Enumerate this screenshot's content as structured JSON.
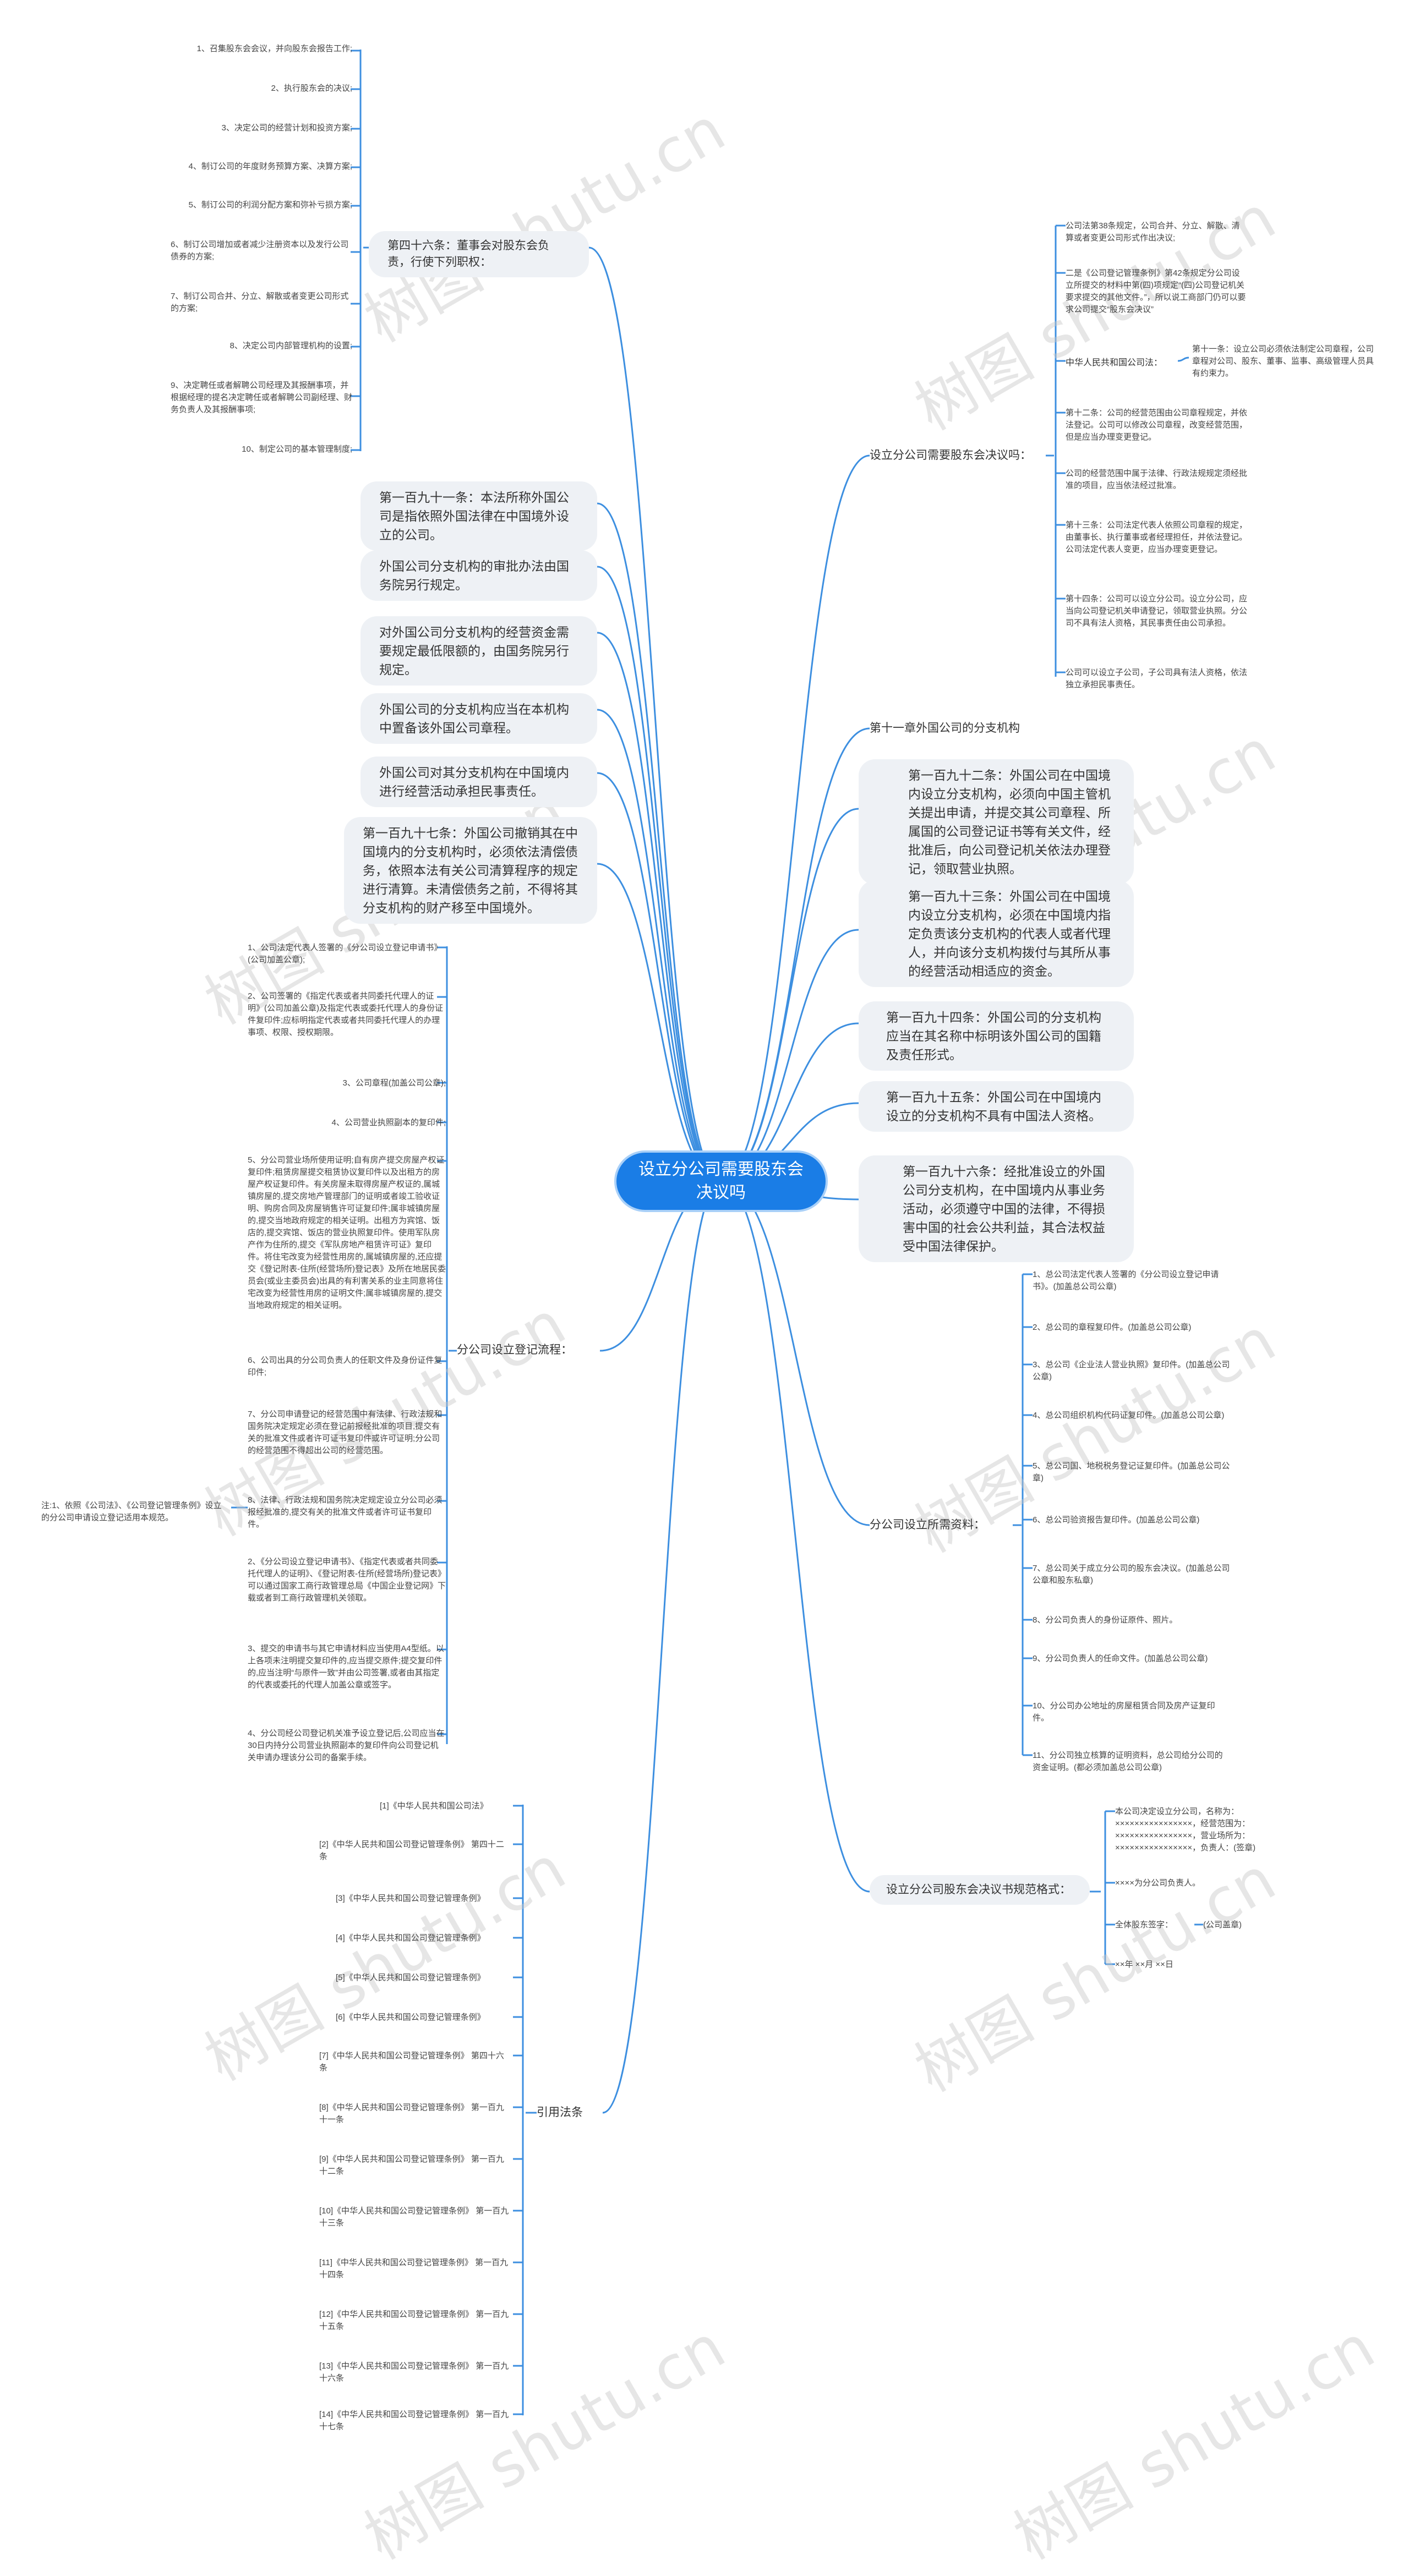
{
  "root": "设立分公司需要股东会决议吗",
  "left": {
    "article46": {
      "label": "第四十六条：董事会对股东会负责，行使下列职权：",
      "items": [
        "1、召集股东会会议，并向股东会报告工作;",
        "2、执行股东会的决议;",
        "3、决定公司的经营计划和投资方案;",
        "4、制订公司的年度财务预算方案、决算方案;",
        "5、制订公司的利润分配方案和弥补亏损方案;",
        "6、制订公司增加或者减少注册资本以及发行公司债券的方案;",
        "7、制订公司合并、分立、解散或者变更公司形式的方案;",
        "8、决定公司内部管理机构的设置;",
        "9、决定聘任或者解聘公司经理及其报酬事项，并根据经理的提名决定聘任或者解聘公司副经理、财务负责人及其报酬事项;",
        "10、制定公司的基本管理制度;"
      ]
    },
    "topics": [
      "第一百九十一条：本法所称外国公司是指依照外国法律在中国境外设立的公司。",
      "外国公司分支机构的审批办法由国务院另行规定。",
      "对外国公司分支机构的经营资金需要规定最低限额的，由国务院另行规定。",
      "外国公司的分支机构应当在本机构中置备该外国公司章程。",
      "外国公司对其分支机构在中国境内进行经营活动承担民事责任。",
      "第一百九十七条：外国公司撤销其在中国境内的分支机构时，必须依法清偿债务，依照本法有关公司清算程序的规定进行清算。未清偿债务之前，不得将其分支机构的财产移至中国境外。"
    ],
    "registration": {
      "label": "分公司设立登记流程：",
      "items": [
        "1、公司法定代表人签署的《分公司设立登记申请书》(公司加盖公章);",
        "2、公司签署的《指定代表或者共同委托代理人的证明》(公司加盖公章)及指定代表或委托代理人的身份证件复印件;应标明指定代表或者共同委托代理人的办理事项、权限、授权期限。",
        "3、公司章程(加盖公司公章);",
        "4、公司营业执照副本的复印件;",
        "5、分公司营业场所使用证明;自有房产提交房屋产权证复印件;租赁房屋提交租赁协议复印件以及出租方的房屋产权证复印件。有关房屋未取得房屋产权证的,属城镇房屋的,提交房地产管理部门的证明或者竣工验收证明、购房合同及房屋销售许可证复印件;属非城镇房屋的,提交当地政府规定的相关证明。出租方为宾馆、饭店的,提交宾馆、饭店的营业执照复印件。使用军队房产作为住所的,提交《军队房地产租赁许可证》复印件。将住宅改变为经营性用房的,属城镇房屋的,还应提交《登记附表-住所(经营场所)登记表》及所在地居民委员会(或业主委员会)出具的有利害关系的业主同意将住宅改变为经营性用房的证明文件;属非城镇房屋的,提交当地政府规定的相关证明。",
        "6、公司出具的分公司负责人的任职文件及身份证件复印件;",
        "7、分公司申请登记的经营范围中有法律、行政法规和国务院决定规定必须在登记前报经批准的项目,提交有关的批准文件或者许可证书复印件或许可证明;分公司的经营范围不得超出公司的经营范围。",
        "8、法律、行政法规和国务院决定规定设立分公司必须报经批准的,提交有关的批准文件或者许可证书复印件。",
        "2、《分公司设立登记申请书》、《指定代表或者共同委托代理人的证明》、《登记附表-住所(经营场所)登记表》可以通过国家工商行政管理总局《中国企业登记网》下载或者到工商行政管理机关领取。",
        "3、提交的申请书与其它申请材料应当使用A4型纸。以上各项未注明提交复印件的,应当提交原件;提交复印件的,应当注明“与原件一致”并由公司签署,或者由其指定的代表或委托的代理人加盖公章或签字。",
        "4、分公司经公司登记机关准予设立登记后,公司应当在30日内持分公司营业执照副本的复印件向公司登记机关申请办理该分公司的备案手续。"
      ],
      "note": "注:1、依照《公司法》、《公司登记管理条例》设立的分公司申请设立登记适用本规范。"
    },
    "citation": {
      "label": "引用法条",
      "items": [
        "[1]《中华人民共和国公司法》",
        "[2]《中华人民共和国公司登记管理条例》 第四十二条",
        "[3]《中华人民共和国公司登记管理条例》",
        "[4]《中华人民共和国公司登记管理条例》",
        "[5]《中华人民共和国公司登记管理条例》",
        "[6]《中华人民共和国公司登记管理条例》",
        "[7]《中华人民共和国公司登记管理条例》 第四十六条",
        "[8]《中华人民共和国公司登记管理条例》 第一百九十一条",
        "[9]《中华人民共和国公司登记管理条例》 第一百九十二条",
        "[10]《中华人民共和国公司登记管理条例》 第一百九十三条",
        "[11]《中华人民共和国公司登记管理条例》 第一百九十四条",
        "[12]《中华人民共和国公司登记管理条例》 第一百九十五条",
        "[13]《中华人民共和国公司登记管理条例》 第一百九十六条",
        "[14]《中华人民共和国公司登记管理条例》 第一百九十七条"
      ]
    }
  },
  "right": {
    "need": {
      "label": "设立分公司需要股东会决议吗：",
      "items": [
        "公司法第38条规定，公司合并、分立、解散、清算或者变更公司形式作出决议;",
        "二是《公司登记管理条例》第42条规定分公司设立所提交的材料中第(四)项规定“(四)公司登记机关要求提交的其他文件。”，所以说工商部门仍可以要求公司提交“股东会决议”",
        "第十二条：公司的经营范围由公司章程规定，并依法登记。公司可以修改公司章程，改变经营范围，但是应当办理变更登记。",
        "公司的经营范围中属于法律、行政法规规定须经批准的项目，应当依法经过批准。",
        "第十三条：公司法定代表人依照公司章程的规定，由董事长、执行董事或者经理担任，并依法登记。公司法定代表人变更，应当办理变更登记。",
        "第十四条：公司可以设立分公司。设立分公司，应当向公司登记机关申请登记，领取营业执照。分公司不具有法人资格，其民事责任由公司承担。",
        "公司可以设立子公司，子公司具有法人资格，依法独立承担民事责任。"
      ],
      "sub_label": "中华人民共和国公司法：",
      "sub_item": "第十一条：设立公司必须依法制定公司章程，公司章程对公司、股东、董事、监事、高级管理人员具有约束力。"
    },
    "chapter11": "第十一章外国公司的分支机构",
    "articles": [
      "第一百九十二条：外国公司在中国境内设立分支机构，必须向中国主管机关提出申请，并提交其公司章程、所属国的公司登记证书等有关文件，经批准后，向公司登记机关依法办理登记，领取营业执照。",
      "第一百九十三条：外国公司在中国境内设立分支机构，必须在中国境内指定负责该分支机构的代表人或者代理人，并向该分支机构拨付与其所从事的经营活动相适应的资金。",
      "第一百九十四条：外国公司的分支机构应当在其名称中标明该外国公司的国籍及责任形式。",
      "第一百九十五条：外国公司在中国境内设立的分支机构不具有中国法人资格。",
      "第一百九十六条：经批准设立的外国公司分支机构，在中国境内从事业务活动，必须遵守中国的法律，不得损害中国的社会公共利益，其合法权益受中国法律保护。"
    ],
    "materials": {
      "label": "分公司设立所需资料：",
      "items": [
        "1、总公司法定代表人签署的《分公司设立登记申请书》。(加盖总公司公章)",
        "2、总公司的章程复印件。(加盖总公司公章)",
        "3、总公司《企业法人营业执照》复印件。(加盖总公司公章)",
        "4、总公司组织机构代码证复印件。(加盖总公司公章)",
        "5、总公司国、地税税务登记证复印件。(加盖总公司公章)",
        "6、总公司验资报告复印件。(加盖总公司公章)",
        "7、总公司关于成立分公司的股东会决议。(加盖总公司公章和股东私章)",
        "8、分公司负责人的身份证原件、照片。",
        "9、分公司负责人的任命文件。(加盖总公司公章)",
        "10、分公司办公地址的房屋租赁合同及房产证复印件。",
        "11、分公司独立核算的证明资料，总公司给分公司的资金证明。(都必须加盖总公司公章)"
      ]
    },
    "template": {
      "label": "设立分公司股东会决议书规范格式：",
      "items": [
        "本公司决定设立分公司，名称为：××××××××××××××××，经营范围为：××××××××××××××××，营业场所为：××××××××××××××××，负责人：(签章)",
        "××××为分公司负责人。",
        "全体股东签字：",
        "××年 ××月 ××日"
      ],
      "stamp": "(公司盖章)"
    }
  },
  "watermark": "树图 shutu.cn",
  "colors": {
    "root": "#1a7de6",
    "line": "#3d8fe0",
    "node_bg": "#eef1f5"
  }
}
